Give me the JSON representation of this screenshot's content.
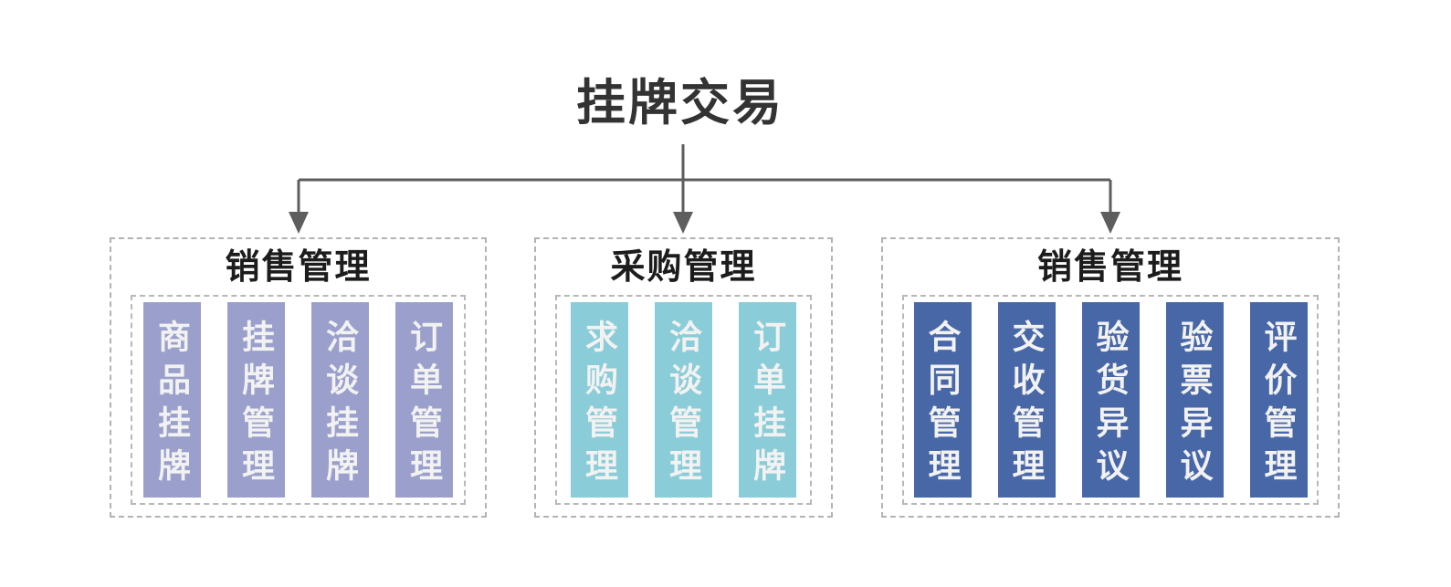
{
  "title": "挂牌交易",
  "colors": {
    "background": "#ffffff",
    "title_text": "#333333",
    "group_title_text": "#1c1c1c",
    "connector": "#5e5e5e",
    "dashed_border": "#b3b3b3",
    "bar_text": "#f2f2f2",
    "purple_bar": "#9aa0cb",
    "teal_bar": "#8accd7",
    "blue_bar": "#4767a7"
  },
  "groups": [
    {
      "title": "销售管理",
      "color": "#9aa0cb",
      "items": [
        "商品挂牌",
        "挂牌管理",
        "洽谈挂牌",
        "订单管理"
      ]
    },
    {
      "title": "采购管理",
      "color": "#8accd7",
      "items": [
        "求购管理",
        "洽谈管理",
        "订单挂牌"
      ]
    },
    {
      "title": "销售管理",
      "color": "#4767a7",
      "items": [
        "合同管理",
        "交收管理",
        "验货异议",
        "验票异议",
        "评价管理"
      ]
    }
  ]
}
